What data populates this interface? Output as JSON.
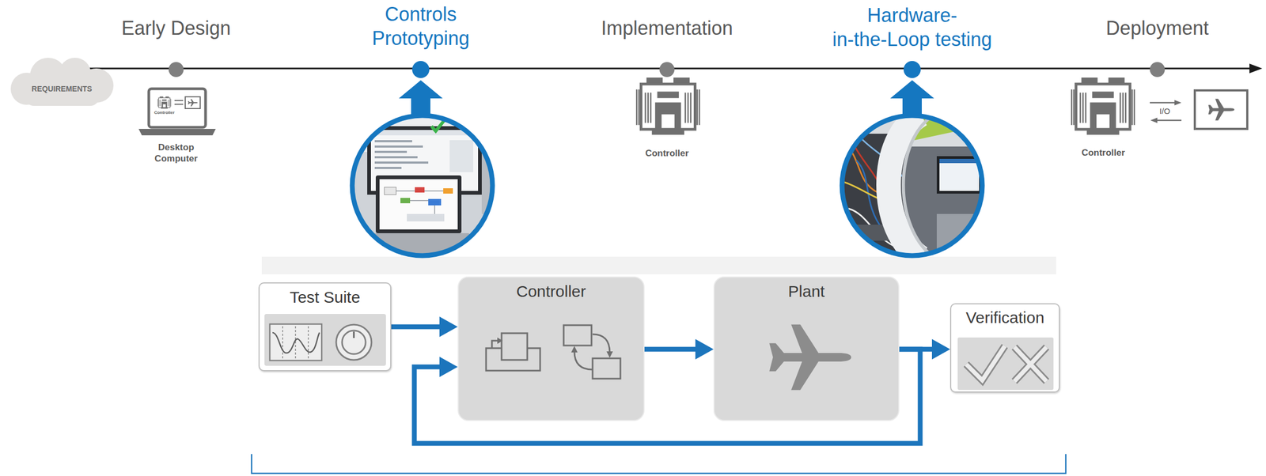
{
  "diagram": {
    "nodes": [
      {
        "text": [
          "REQUIREMENTS"
        ]
      },
      {
        "text": [
          "Test Suite"
        ]
      },
      {
        "text": [
          "Controller"
        ]
      },
      {
        "text": [
          "Plant"
        ]
      },
      {
        "text": [
          "Verification"
        ]
      }
    ],
    "edges": [
      {
        "from": 1,
        "to": 2,
        "arrow": "to"
      },
      {
        "from": 2,
        "to": 3,
        "arrow": "to"
      },
      {
        "from": 3,
        "to": 4,
        "arrow": "to"
      },
      {
        "from": 3,
        "to": 2,
        "arrow": "to"
      }
    ],
    "labels": [
      "Early Design",
      "Controls Prototyping",
      "Implementation",
      "Hardware- in-the-Loop testing",
      "Deployment",
      "Controller",
      "Desktop Computer",
      "Controller",
      "Controller",
      "I/O"
    ]
  }
}
